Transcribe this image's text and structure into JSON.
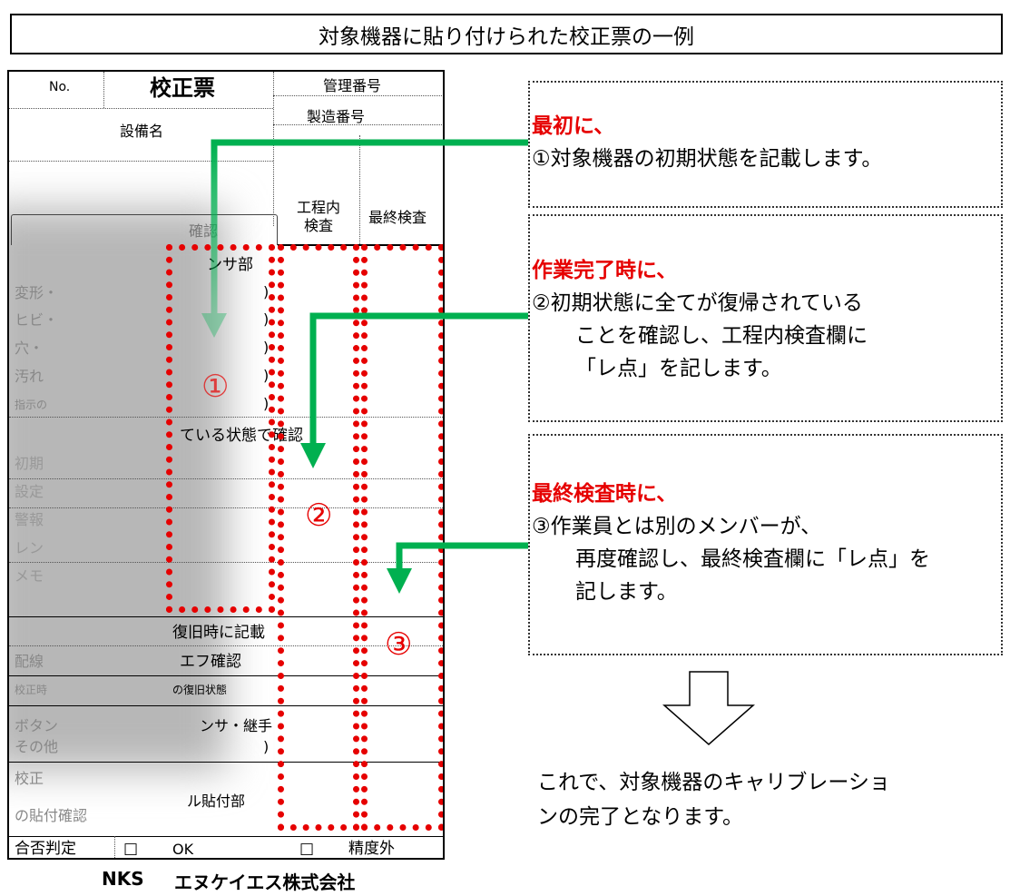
{
  "title": "対象機器に貼り付けられた校正票の一例",
  "tag": {
    "no_label": "No.",
    "title": "校正票",
    "control_no": "管理番号",
    "serial_no": "製造番号",
    "equipment_name": "設備名",
    "col_inprocess": [
      "工程内",
      "検査"
    ],
    "col_final": "最終検査",
    "section_confirm_fragment": "確認",
    "sensor_fragment": "ンサ部",
    "row_fragments": [
      "変形・",
      "ヒビ・",
      "穴・",
      "汚れ",
      "指示の"
    ],
    "state_fragment": "ている状態で確認",
    "setting_fragments": [
      "初期",
      "設定",
      "警報",
      "レン",
      "メモ"
    ],
    "restore_fragment": "復旧時に記載",
    "wiring_fragment": "配線",
    "leak_fragment": "エフ確認",
    "calib_fragment": "校正時",
    "restore_state_fragment": "の復旧状態",
    "button_fragment": "ボタン",
    "other_fragment": "その他",
    "sensor_joint_fragment": "ンサ・継手",
    "label_fragment": "校正",
    "label_part_fragment": "ル貼付部",
    "attach_confirm_fragment": "の貼付確認",
    "paren": ")",
    "judge": "合否判定",
    "checkbox": "□",
    "ok": "OK",
    "out_of_tol": "精度外",
    "markers": [
      "①",
      "②",
      "③"
    ]
  },
  "boxes": [
    {
      "heading": "最初に、",
      "lines": [
        "①対象機器の初期状態を記載します。"
      ]
    },
    {
      "heading": "作業完了時に、",
      "lines": [
        "②初期状態に全てが復帰されている",
        "ことを確認し、工程内検査欄に",
        "「レ点」を記します。"
      ]
    },
    {
      "heading": "最終検査時に、",
      "lines": [
        "③作業員とは別のメンバーが、",
        "再度確認し、最終検査欄に「レ点」を",
        "記します。"
      ]
    }
  ],
  "conclusion": [
    "これで、対象機器のキャリブレーショ",
    "ンの完了となります。"
  ],
  "footer": {
    "abbr": "NKS",
    "company": "エヌケイエス株式会社"
  },
  "colors": {
    "accent_red": "#e60000",
    "arrow_green": "#00b050"
  }
}
